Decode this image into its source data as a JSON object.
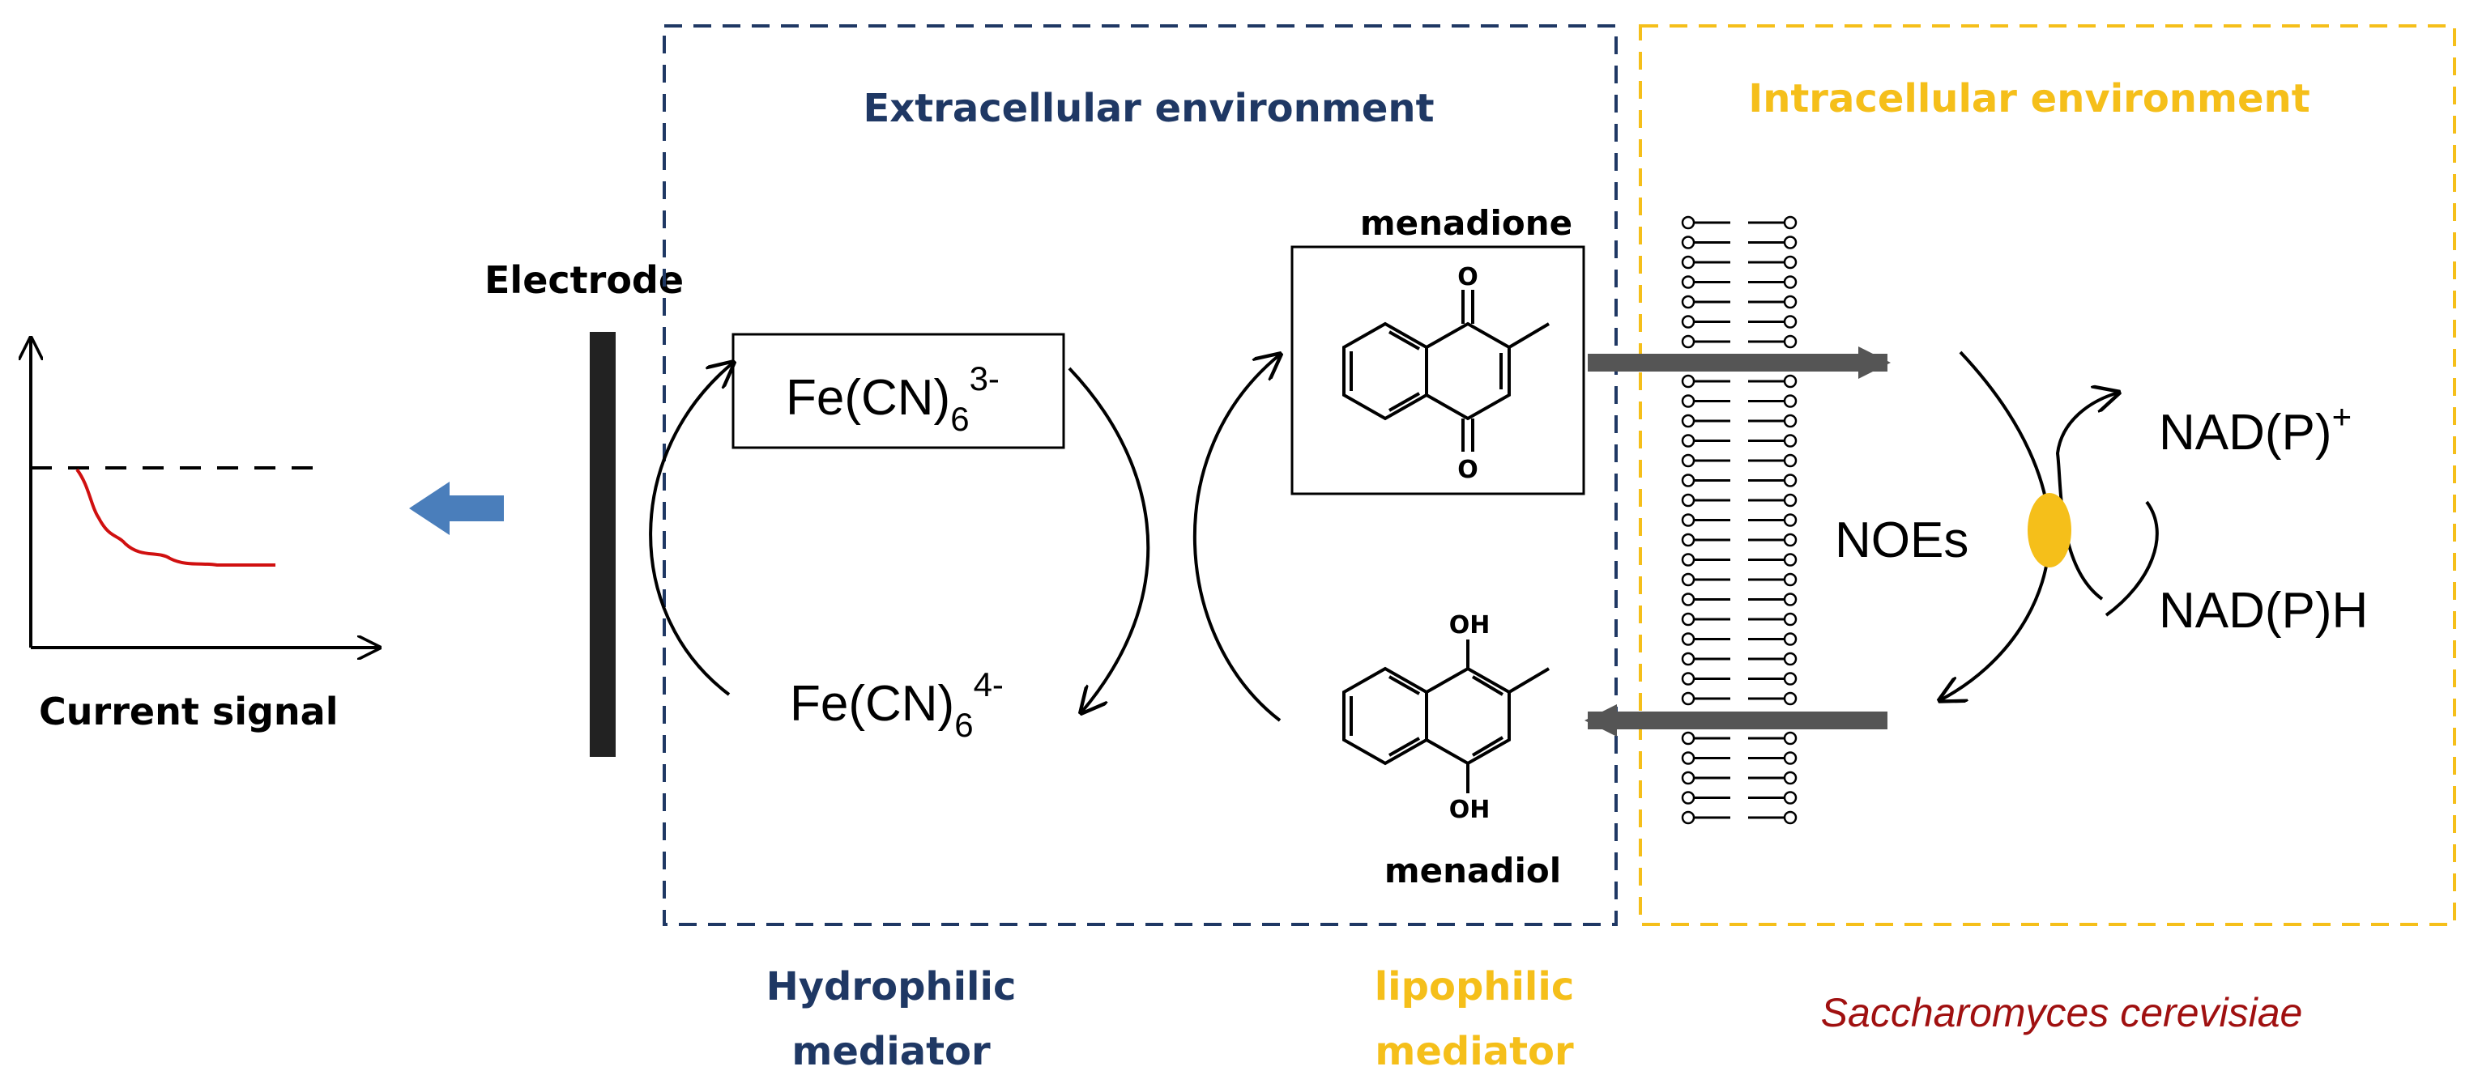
{
  "labels": {
    "electrode": "Electrode",
    "current_signal": "Current signal",
    "extracellular": "Extracellular environment",
    "intracellular": "Intracellular environment",
    "fe3_base": "Fe(CN)",
    "fe3_sub": "6",
    "fe3_sup": "3-",
    "fe4_base": "Fe(CN)",
    "fe4_sub": "6",
    "fe4_sup": "4-",
    "menadione": "menadione",
    "menadiol": "menadiol",
    "ketone_o": "O",
    "hydroxyl": "OH",
    "noes": "NOEs",
    "nadp_plus_base": "NAD(P)",
    "nadp_plus_sup": "+",
    "nadph": "NAD(P)H",
    "hydrophilic_line1": "Hydrophilic",
    "hydrophilic_line2": "mediator",
    "lipophilic_line1": "lipophilic",
    "lipophilic_line2": "mediator",
    "organism": "Saccharomyces cerevisiae"
  },
  "colors": {
    "extracellular_border": "#1f3864",
    "intracellular_border": "#f5bf1a",
    "extracellular_text": "#1f3864",
    "intracellular_text": "#f5bf1a",
    "hydrophilic_text": "#1f3864",
    "lipophilic_text": "#f5bf1a",
    "organism_text": "#a01010",
    "signal_curve": "#d01010",
    "signal_arrow": "#4a7ebb",
    "enzyme": "#f5bf1a",
    "transport_arrow": "#555555",
    "electrode": "#222222"
  },
  "icons": {
    "signal_arrow": "left-block-arrow-icon",
    "membrane": "lipid-bilayer-icon",
    "enzyme": "enzyme-ellipse-icon"
  }
}
